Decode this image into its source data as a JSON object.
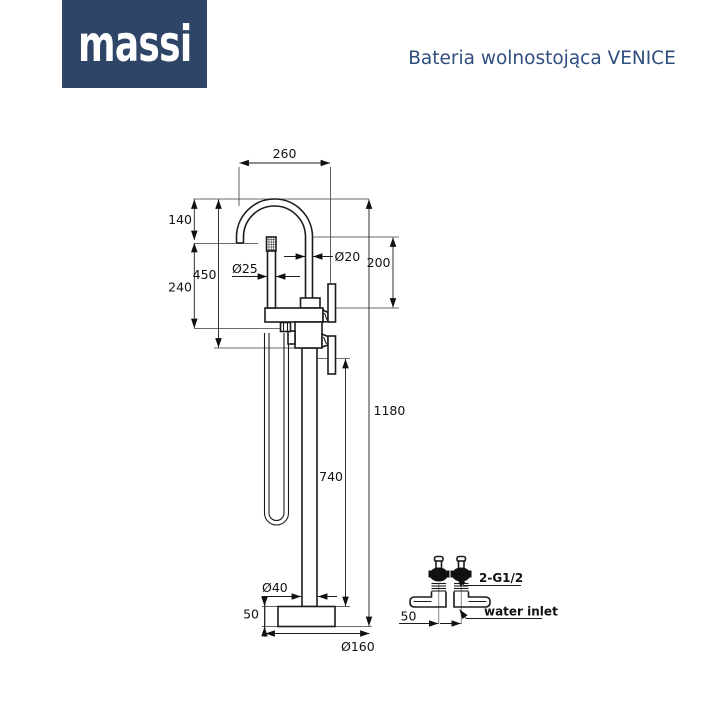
{
  "header": {
    "brand": "massi",
    "title": "Bateria wolnostojąca VENICE"
  },
  "colors": {
    "brand_navy": "#2e4568",
    "title_navy": "#2e4e7e",
    "line": "#1c1c1c"
  },
  "main_view": {
    "dims": {
      "spout_width": "260",
      "spout_drop": "140",
      "upper_section_height": "450",
      "outlet_to_body": "240",
      "handshower_diameter": "Ø25",
      "spout_tube_diameter": "Ø20",
      "outlet_above_body": "200",
      "total_height": "1180",
      "column_height": "740",
      "column_diameter": "Ø40",
      "base_thickness": "50",
      "base_diameter": "Ø160"
    }
  },
  "detail_view": {
    "connection_thread": "2-G1/2",
    "water_inlet": "water inlet",
    "inlet_spacing": "50"
  }
}
